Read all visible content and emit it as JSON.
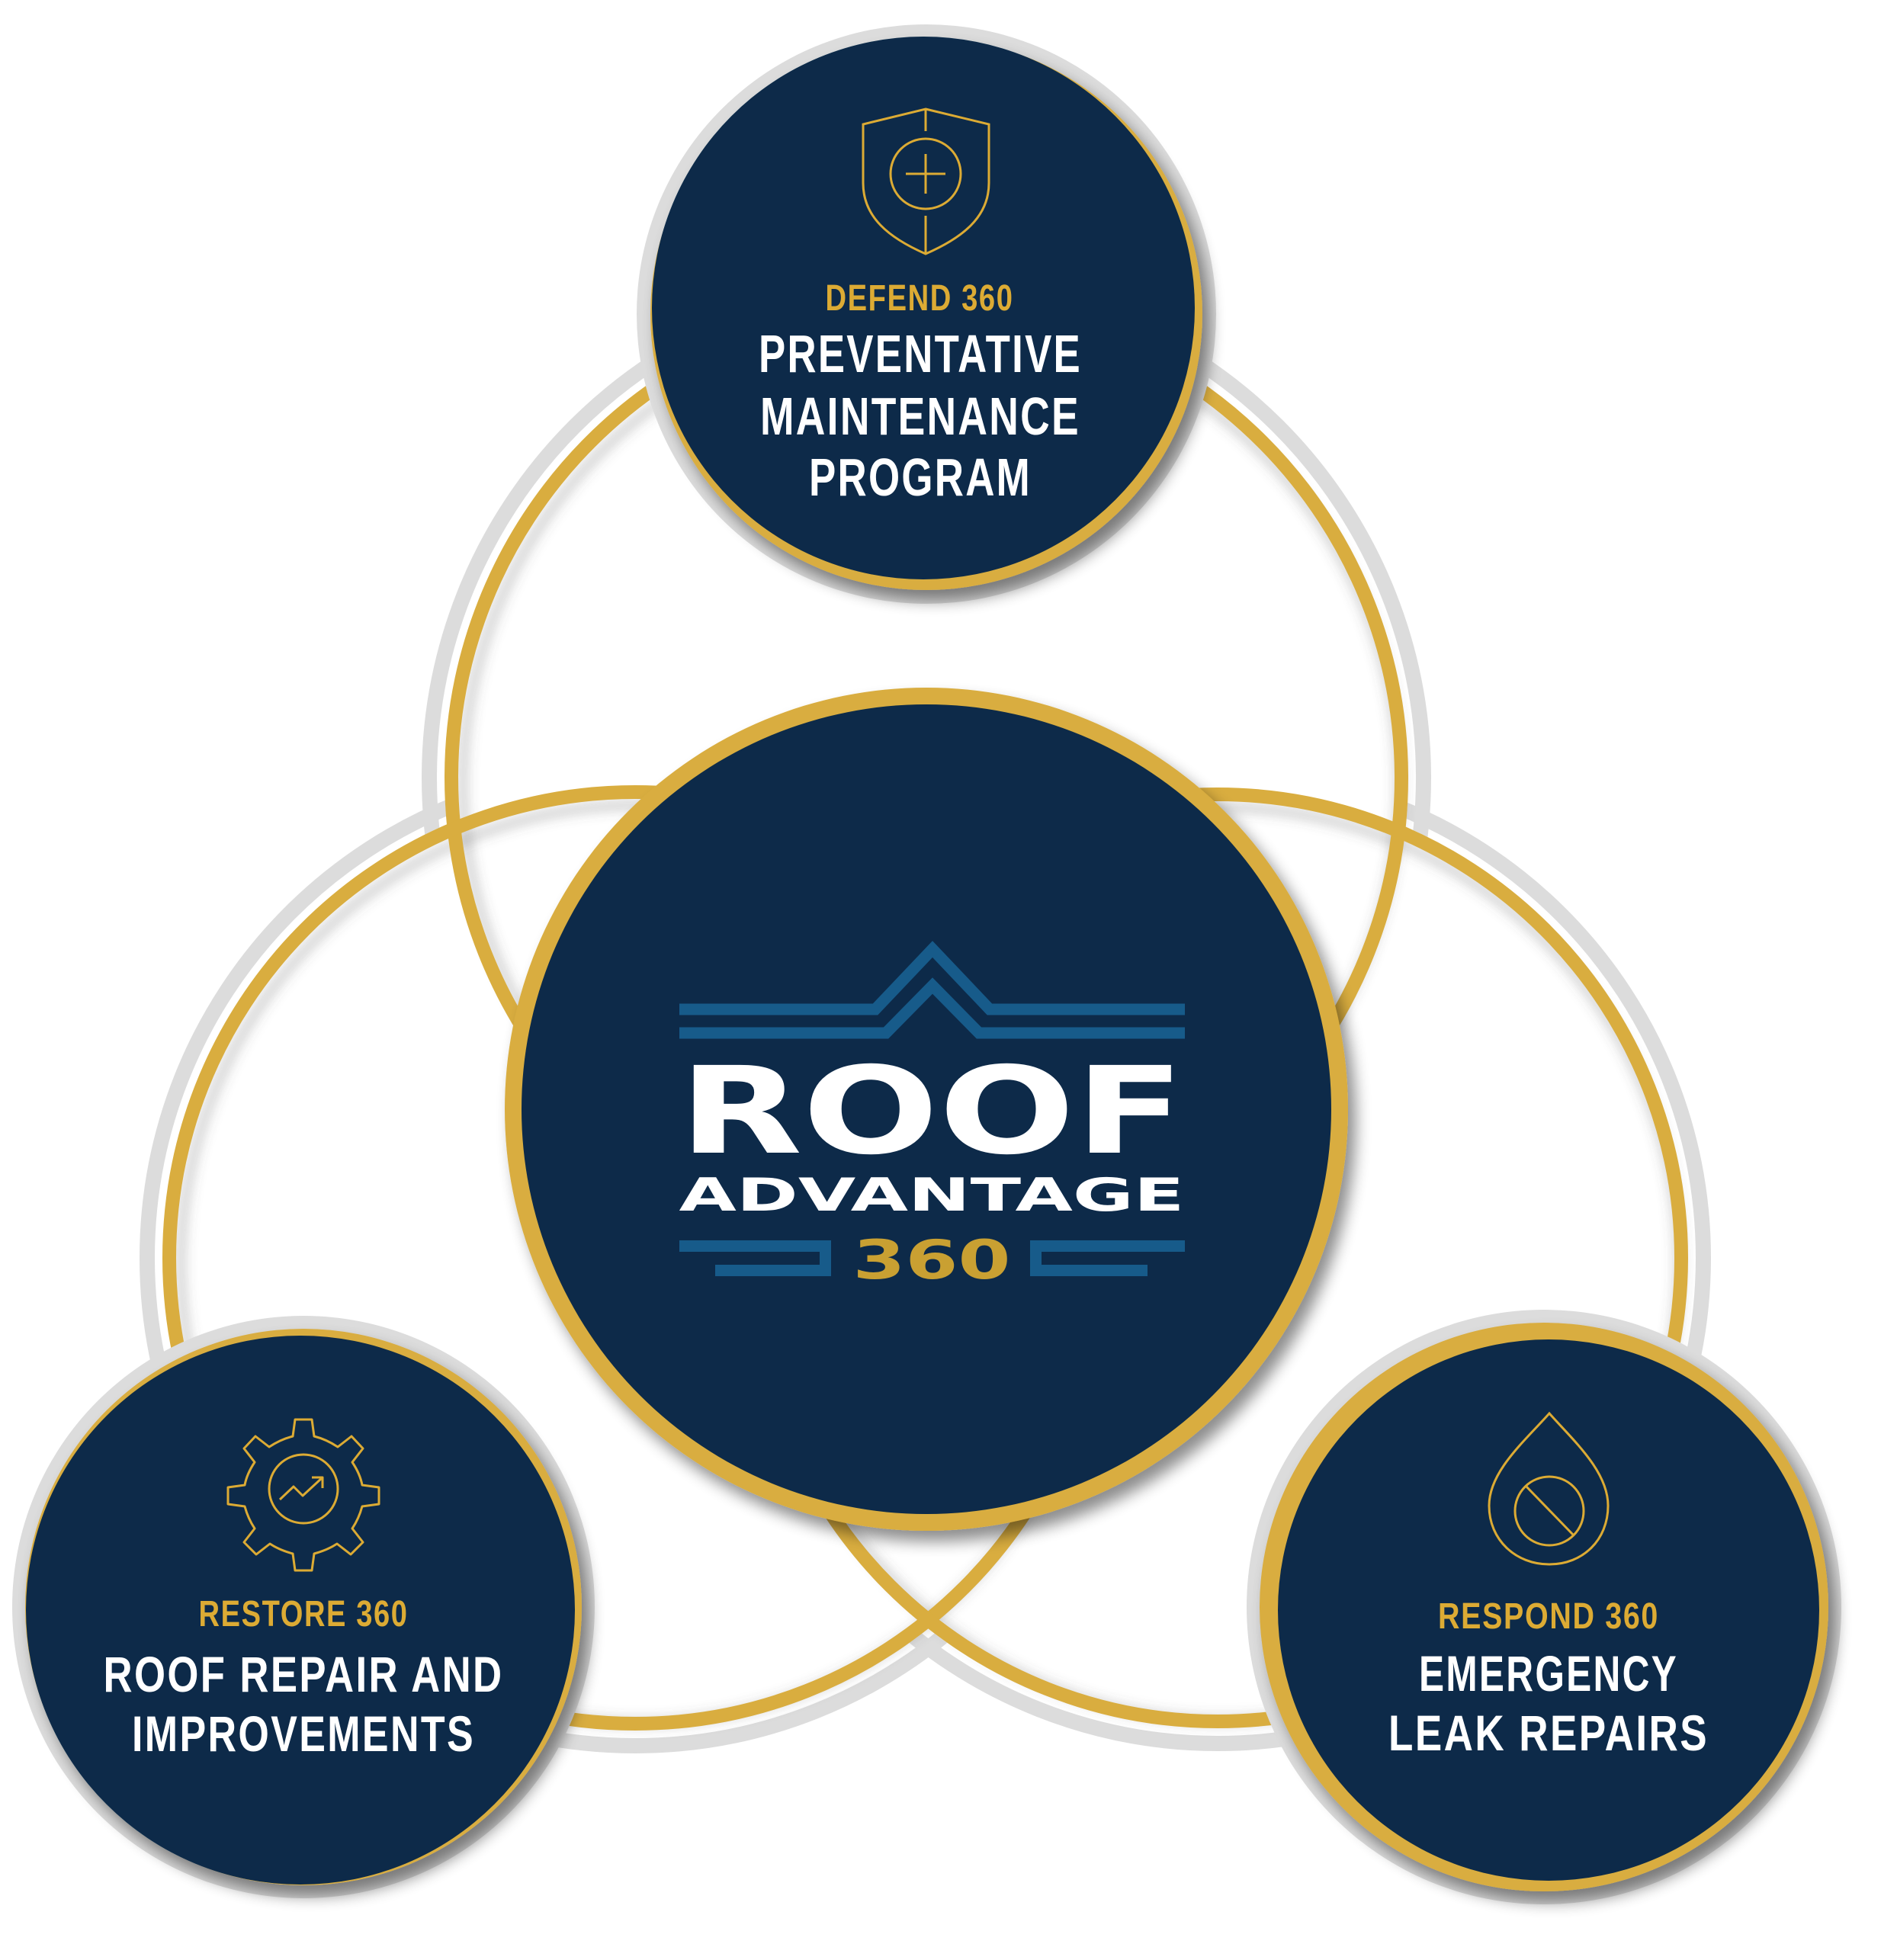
{
  "colors": {
    "navy": "#072a48",
    "gold": "#d9ad3f",
    "gold_text": "#dcab34",
    "logo_blue": "#175b8a",
    "logo_gold": "#c9a032",
    "halo_gray": "#dcdcdc",
    "white": "#ffffff"
  },
  "center": {
    "logo": {
      "line1": "ROOF",
      "line2": "ADVANTAGE",
      "line3": "360"
    }
  },
  "nodes": [
    {
      "id": "defend",
      "position": "top",
      "icon": "shield-plus-icon",
      "tag": "DEFEND 360",
      "title_lines": [
        "PREVENTATIVE",
        "MAINTENANCE",
        "PROGRAM"
      ]
    },
    {
      "id": "restore",
      "position": "bottom-left",
      "icon": "gear-trend-icon",
      "tag": "RESTORE 360",
      "title_lines": [
        "ROOF REPAIR AND",
        "IMPROVEMENTS"
      ]
    },
    {
      "id": "respond",
      "position": "bottom-right",
      "icon": "drop-no-icon",
      "tag": "RESPOND 360",
      "title_lines": [
        "EMERGENCY",
        "LEAK REPAIRS"
      ]
    }
  ]
}
